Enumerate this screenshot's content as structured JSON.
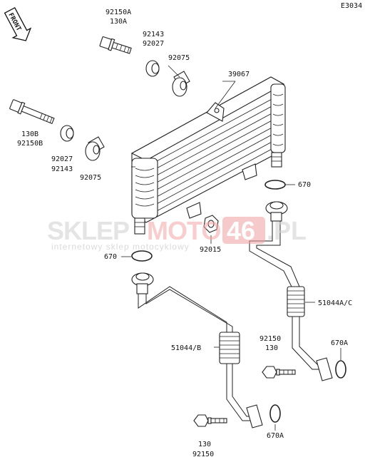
{
  "diagram_code": "E3034",
  "front_label": "FRONT",
  "watermark": {
    "brand_left": "SKLEP",
    "brand_mid": "MOTO",
    "brand_num": "46",
    "brand_tld": ".PL",
    "tagline": "internetowy sklep motocyklowy"
  },
  "labels": {
    "l92150A": "92150A",
    "l130A": "130A",
    "l92143a": "92143",
    "l92027a": "92027",
    "l92075a": "92075",
    "l39067": "39067",
    "l130B": "130B",
    "l92150B": "92150B",
    "l92027b": "92027",
    "l92143b": "92143",
    "l92075b": "92075",
    "l670a": "670",
    "l670b": "670",
    "l92015": "92015",
    "l51044C": "51044A/C",
    "l51044B": "51044/B",
    "l92150c": "92150",
    "l130c": "130",
    "l670Aa": "670A",
    "l670Ab": "670A",
    "l130d": "130",
    "l92150d": "92150"
  }
}
